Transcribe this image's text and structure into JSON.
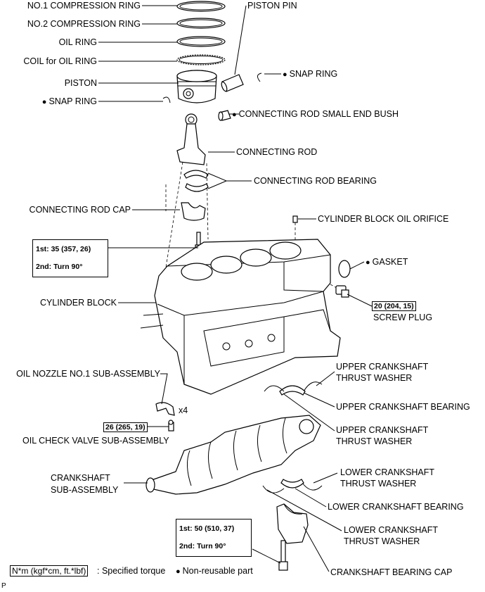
{
  "labels": {
    "no1_ring": "NO.1 COMPRESSION RING",
    "no2_ring": "NO.2 COMPRESSION RING",
    "oil_ring": "OIL RING",
    "coil_oil_ring": "COIL for OIL RING",
    "piston": "PISTON",
    "snap_ring_left": "SNAP RING",
    "piston_pin": "PISTON PIN",
    "snap_ring_right": "SNAP RING",
    "small_end_bush": "CONNECTING ROD SMALL END BUSH",
    "connecting_rod": "CONNECTING ROD",
    "rod_bearing": "CONNECTING ROD BEARING",
    "rod_cap": "CONNECTING ROD CAP",
    "oil_orifice": "CYLINDER BLOCK OIL ORIFICE",
    "gasket": "GASKET",
    "cylinder_block": "CYLINDER BLOCK",
    "screw_plug": "SCREW PLUG",
    "oil_nozzle": "OIL NOZZLE NO.1 SUB-ASSEMBLY",
    "x4": "x4",
    "check_valve": "OIL CHECK VALVE SUB-ASSEMBLY",
    "upper_thrust_1a": "UPPER CRANKSHAFT",
    "upper_thrust_1b": "THRUST WASHER",
    "upper_bearing": "UPPER CRANKSHAFT BEARING",
    "upper_thrust_2a": "UPPER CRANKSHAFT",
    "upper_thrust_2b": "THRUST WASHER",
    "crankshaft_a": "CRANKSHAFT",
    "crankshaft_b": "SUB-ASSEMBLY",
    "lower_thrust_1a": "LOWER CRANKSHAFT",
    "lower_thrust_1b": "THRUST WASHER",
    "lower_bearing": "LOWER CRANKSHAFT BEARING",
    "lower_thrust_2a": "LOWER CRANKSHAFT",
    "lower_thrust_2b": "THRUST WASHER",
    "bearing_cap": "CRANKSHAFT BEARING CAP",
    "corner": "P"
  },
  "torques": {
    "rod_1st": "1st: 35 (357, 26)",
    "rod_2nd": "2nd: Turn 90°",
    "screw_plug": "20 (204, 15)",
    "check_valve": "26 (265, 19)",
    "cap_1st": "1st: 50 (510, 37)",
    "cap_2nd": "2nd: Turn 90°"
  },
  "legend": {
    "unit_box": "N*m (kgf*cm, ft.*lbf)",
    "specified": ": Specified torque",
    "non_reusable": "Non-reusable part"
  }
}
